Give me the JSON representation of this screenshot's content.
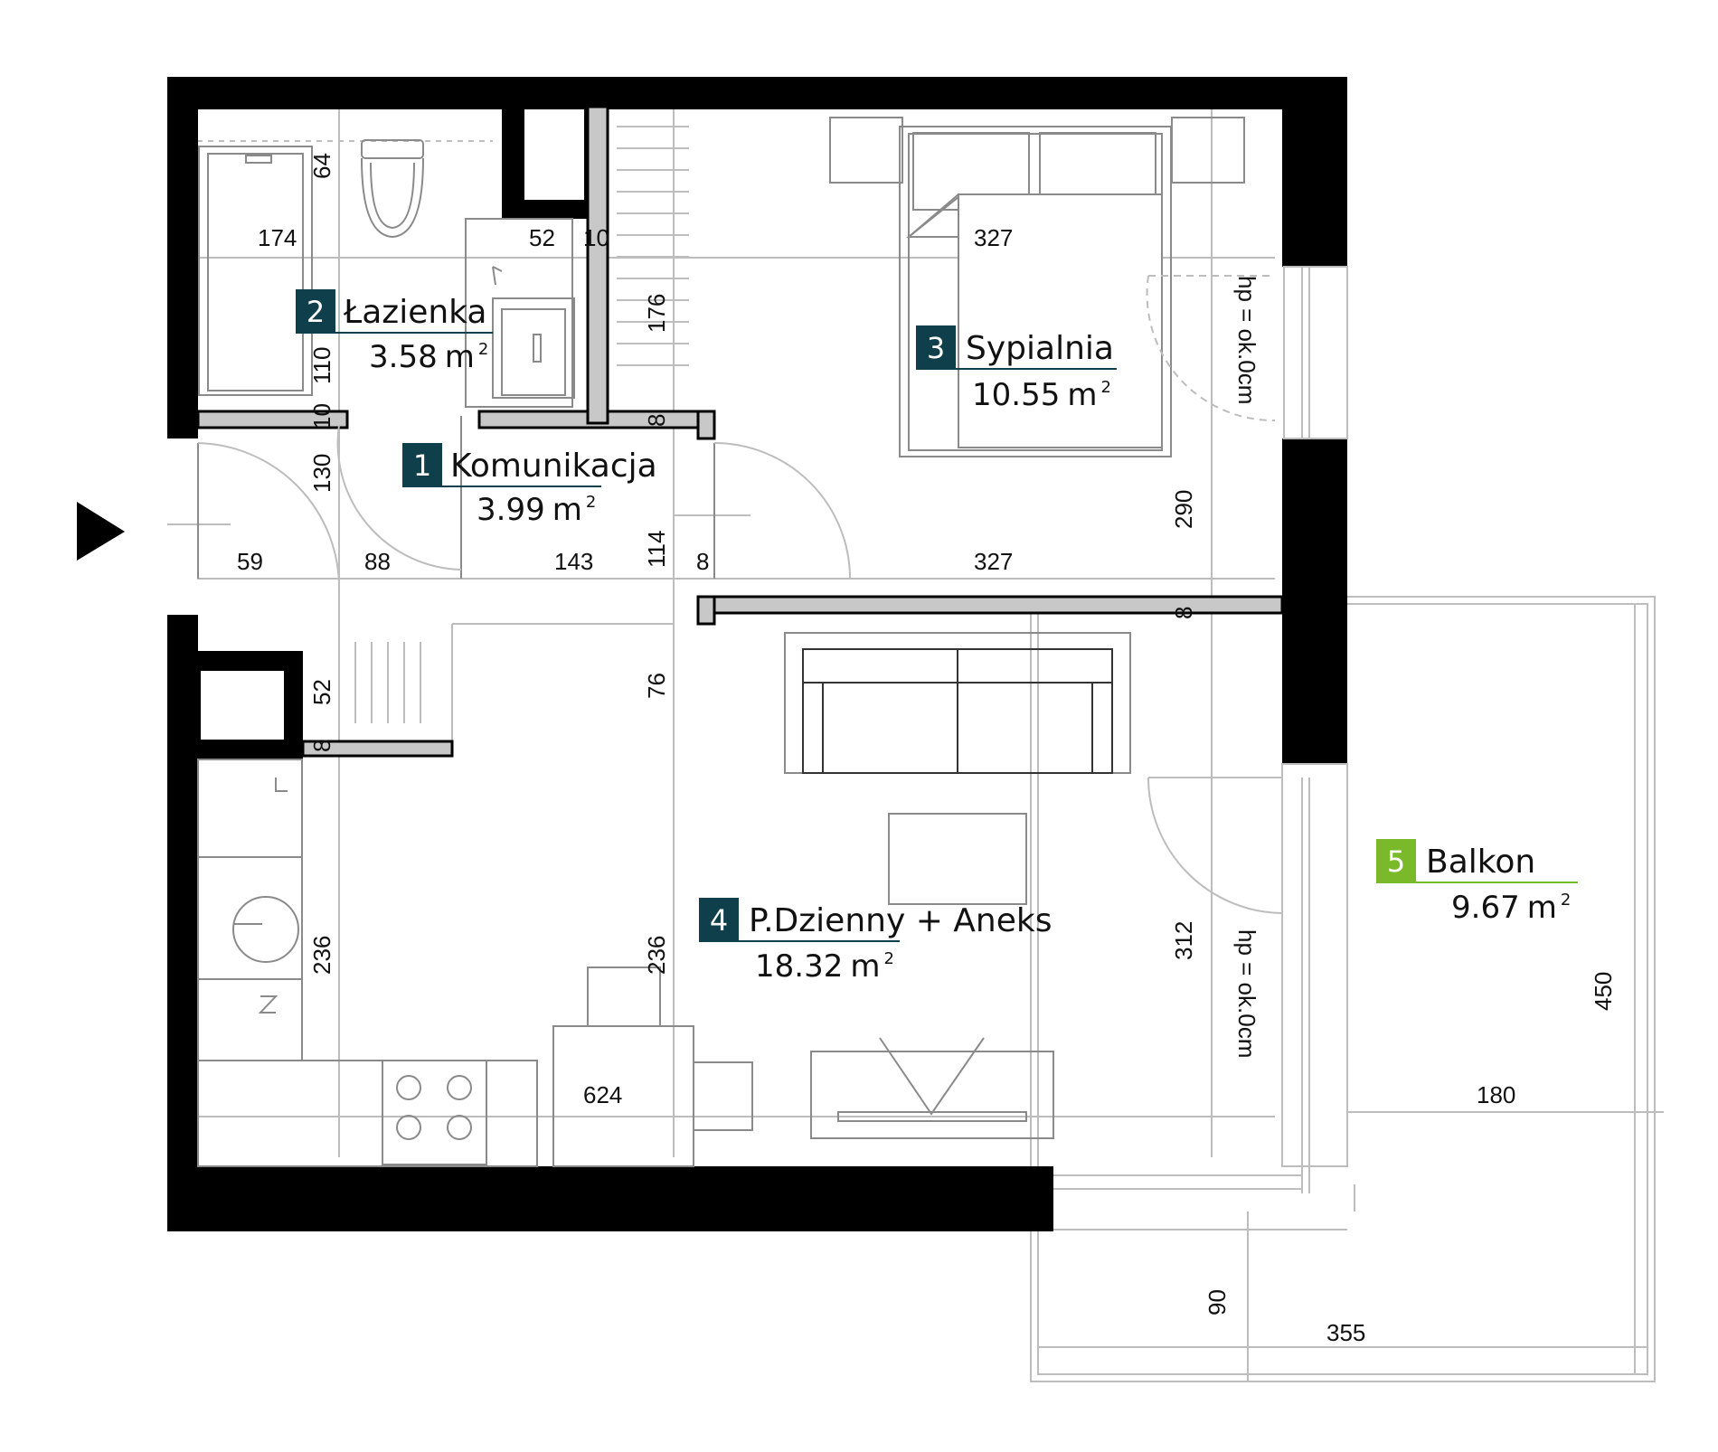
{
  "colors": {
    "badge_dark": "#0f3f4a",
    "badge_balcony": "#79b92a",
    "wall": "#000000",
    "partition": "#c8c8c8"
  },
  "rooms": [
    {
      "num": "1",
      "name": "Komunikacja",
      "area": "3.99",
      "unit": "m",
      "sup": "2"
    },
    {
      "num": "2",
      "name": "Łazienka",
      "area": "3.58",
      "unit": "m",
      "sup": "2"
    },
    {
      "num": "3",
      "name": "Sypialnia",
      "area": "10.55",
      "unit": "m",
      "sup": "2"
    },
    {
      "num": "4",
      "name": "P.Dzienny + Aneks",
      "area": "18.32",
      "unit": "m",
      "sup": "2"
    },
    {
      "num": "5",
      "name": "Balkon",
      "area": "9.67",
      "unit": "m",
      "sup": "2"
    }
  ],
  "dimensions": {
    "d64": "64",
    "d174": "174",
    "d52a": "52",
    "d10a": "10",
    "d327a": "327",
    "d176": "176",
    "d110": "110",
    "d10b": "10",
    "d8a": "8",
    "d130": "130",
    "d290": "290",
    "d59": "59",
    "d88": "88",
    "d143": "143",
    "d114": "114",
    "d8b": "8",
    "d327b": "327",
    "d8c": "8",
    "d52b": "52",
    "d76": "76",
    "d8d": "8",
    "d236a": "236",
    "d236b": "236",
    "d312": "312",
    "d624": "624",
    "d180": "180",
    "d450": "450",
    "d90": "90",
    "d355": "355"
  },
  "window_notes": {
    "top": "hp = ok.0cm",
    "bottom": "hp = ok.0cm"
  },
  "icons": {
    "entrance": "entrance-arrow-icon"
  }
}
